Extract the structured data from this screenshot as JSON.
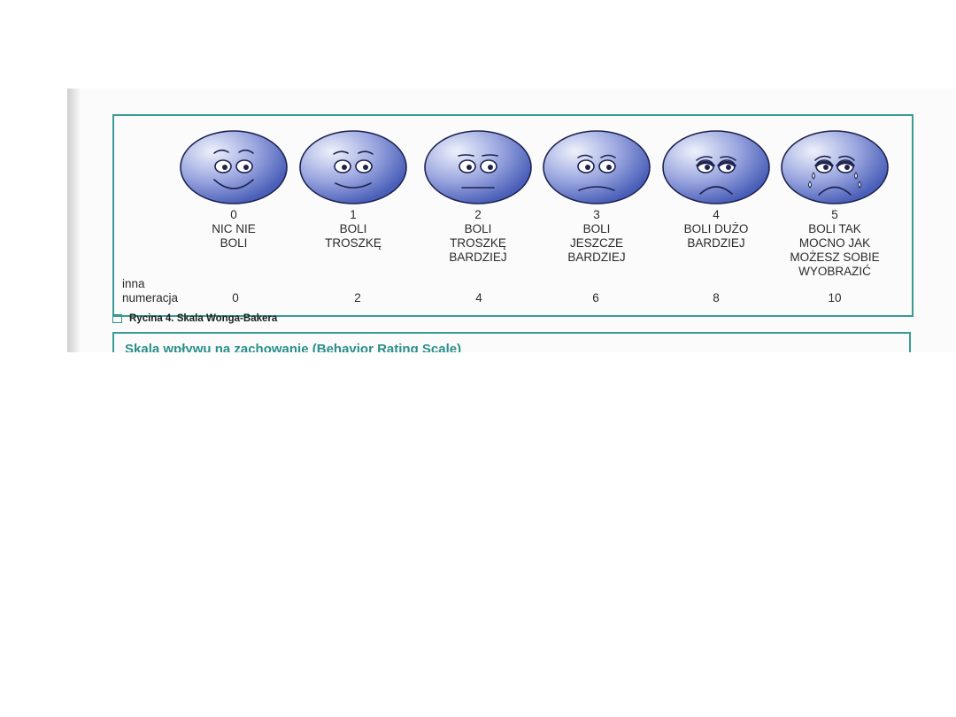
{
  "faces": [
    {
      "index": "0",
      "label_lines": [
        "NIC NIE",
        "BOLI"
      ],
      "alt": "0",
      "mood": "happy"
    },
    {
      "index": "1",
      "label_lines": [
        "BOLI",
        "TROSZKĘ"
      ],
      "alt": "2",
      "mood": "slight-smile"
    },
    {
      "index": "2",
      "label_lines": [
        "BOLI",
        "TROSZKĘ",
        "BARDZIEJ"
      ],
      "alt": "4",
      "mood": "neutral"
    },
    {
      "index": "3",
      "label_lines": [
        "BOLI",
        "JESZCZE",
        "BARDZIEJ"
      ],
      "alt": "6",
      "mood": "slight-frown"
    },
    {
      "index": "4",
      "label_lines": [
        "BOLI DUŻO",
        "BARDZIEJ"
      ],
      "alt": "8",
      "mood": "sad"
    },
    {
      "index": "5",
      "label_lines": [
        "BOLI TAK",
        "MOCNO JAK",
        "MOŻESZ SOBIE",
        "WYOBRAZIĆ"
      ],
      "alt": "10",
      "mood": "crying"
    }
  ],
  "alt_scale_label_lines": [
    "inna",
    "numeracja"
  ],
  "caption": "Rycina 4. Skala Wonga-Bakera",
  "next_section_title": "Skala wpływu na zachowanie (Behavior Rating Scale)",
  "colors": {
    "accent": "#3a9b96",
    "face_light": "#eef1fb",
    "face_dark": "#4a5fb8"
  }
}
